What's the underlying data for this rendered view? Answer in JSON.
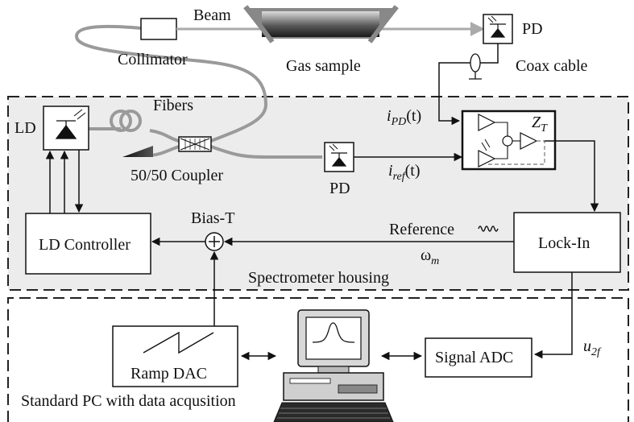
{
  "labels": {
    "beam": "Beam",
    "collimator": "Collimator",
    "gas_sample": "Gas sample",
    "pd_top": "PD",
    "coax_cable": "Coax cable",
    "ld": "LD",
    "fibers": "Fibers",
    "coupler": "50/50 Coupler",
    "pd_mid": "PD",
    "i_pd": "i",
    "i_pd_sub": "PD",
    "i_pd_arg": "(t)",
    "i_ref": "i",
    "i_ref_sub": "ref",
    "i_ref_arg": "(t)",
    "zt": "Z",
    "zt_sub": "T",
    "ld_controller": "LD Controller",
    "bias_t": "Bias-T",
    "reference": "Reference",
    "omega": "ω",
    "omega_sub": "m",
    "lock_in": "Lock-In",
    "spectrometer_housing": "Spectrometer housing",
    "ramp_dac": "Ramp DAC",
    "signal_adc": "Signal ADC",
    "u2f": "u",
    "u2f_sub": "2f",
    "standard_pc": "Standard PC with data acqusition"
  },
  "colors": {
    "housing_fill": "#ececec",
    "fiber": "#9a9a9a",
    "line": "#111111"
  }
}
